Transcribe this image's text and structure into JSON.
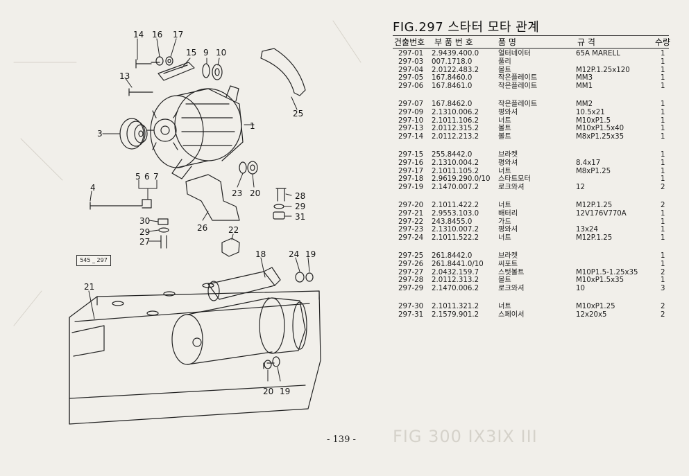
{
  "figure": {
    "title": "FIG.297 스타터 모타 관계",
    "headers": {
      "code": "건출번호",
      "part_no": "부 품 번 호",
      "name": "품 명",
      "spec": "규 격",
      "qty": "수량"
    }
  },
  "parts": [
    {
      "no": "297-01",
      "part": "2.9439.400.0",
      "name": "얼터네이터",
      "spec": "65A MARELL",
      "qty": "1"
    },
    {
      "no": "297-03",
      "part": "007.1718.0",
      "name": "풀리",
      "spec": "",
      "qty": "1"
    },
    {
      "no": "297-04",
      "part": "2.0122.483.2",
      "name": "볼트",
      "spec": "M12P.1.25x120",
      "qty": "1"
    },
    {
      "no": "297-05",
      "part": "167.8460.0",
      "name": "작은플레이트",
      "spec": "MM3",
      "qty": "1"
    },
    {
      "no": "297-06",
      "part": "167.8461.0",
      "name": "작은플레이트",
      "spec": "MM1",
      "qty": "1"
    },
    {
      "no": "297-07",
      "part": "167.8462.0",
      "name": "작은플레이트",
      "spec": "MM2",
      "qty": "1"
    },
    {
      "no": "297-09",
      "part": "2.1310.006.2",
      "name": "평와셔",
      "spec": "10.5x21",
      "qty": "1"
    },
    {
      "no": "297-10",
      "part": "2.1011.106.2",
      "name": "너트",
      "spec": "M10xP1.5",
      "qty": "1"
    },
    {
      "no": "297-13",
      "part": "2.0112.315.2",
      "name": "볼트",
      "spec": "M10xP1.5x40",
      "qty": "1"
    },
    {
      "no": "297-14",
      "part": "2.0112.213.2",
      "name": "볼트",
      "spec": "M8xP1.25x35",
      "qty": "1"
    },
    {
      "no": "297-15",
      "part": "255.8442.0",
      "name": "브라켓",
      "spec": "",
      "qty": "1"
    },
    {
      "no": "297-16",
      "part": "2.1310.004.2",
      "name": "평와셔",
      "spec": "8.4x17",
      "qty": "1"
    },
    {
      "no": "297-17",
      "part": "2.1011.105.2",
      "name": "너트",
      "spec": "M8xP1.25",
      "qty": "1"
    },
    {
      "no": "297-18",
      "part": "2.9619.290.0/10",
      "name": "스타트모터",
      "spec": "",
      "qty": "1"
    },
    {
      "no": "297-19",
      "part": "2.1470.007.2",
      "name": "로크와셔",
      "spec": "12",
      "qty": "2"
    },
    {
      "no": "297-20",
      "part": "2.1011.422.2",
      "name": "너트",
      "spec": "M12P.1.25",
      "qty": "2"
    },
    {
      "no": "297-21",
      "part": "2.9553.103.0",
      "name": "배터리",
      "spec": "12V176V770A",
      "qty": "1"
    },
    {
      "no": "297-22",
      "part": "243.8455.0",
      "name": "가드",
      "spec": "",
      "qty": "1"
    },
    {
      "no": "297-23",
      "part": "2.1310.007.2",
      "name": "평와셔",
      "spec": "13x24",
      "qty": "1"
    },
    {
      "no": "297-24",
      "part": "2.1011.522.2",
      "name": "너트",
      "spec": "M12P.1.25",
      "qty": "1"
    },
    {
      "no": "297-25",
      "part": "261.8442.0",
      "name": "브라켓",
      "spec": "",
      "qty": "1"
    },
    {
      "no": "297-26",
      "part": "261.8441.0/10",
      "name": "씨포트",
      "spec": "",
      "qty": "1"
    },
    {
      "no": "297-27",
      "part": "2.0432.159.7",
      "name": "스텃볼트",
      "spec": "M10P1.5-1.25x35",
      "qty": "2"
    },
    {
      "no": "297-28",
      "part": "2.0112.313.2",
      "name": "볼트",
      "spec": "M10xP1.5x35",
      "qty": "1"
    },
    {
      "no": "297-29",
      "part": "2.1470.006.2",
      "name": "로크와셔",
      "spec": "10",
      "qty": "3"
    },
    {
      "no": "297-30",
      "part": "2.1011.321.2",
      "name": "너트",
      "spec": "M10xP1.25",
      "qty": "2"
    },
    {
      "no": "297-31",
      "part": "2.1579.901.2",
      "name": "스페이서",
      "spec": "12x20x5",
      "qty": "2"
    }
  ],
  "diagram": {
    "reference_code": "545 _ 297",
    "callouts": {
      "c14": "14",
      "c16": "16",
      "c17": "17",
      "c15": "15",
      "c9": "9",
      "c10": "10",
      "c13": "13",
      "c3": "3",
      "c1": "1",
      "c25": "25",
      "c5": "5",
      "c6": "6",
      "c7": "7",
      "c4": "4",
      "c23": "23",
      "c20a": "20",
      "c28": "28",
      "c29a": "29",
      "c31": "31",
      "c30": "30",
      "c29b": "29",
      "c27": "27",
      "c26": "26",
      "c22": "22",
      "c18": "18",
      "c24": "24",
      "c19a": "19",
      "c21": "21",
      "c20b": "20",
      "c19b": "19"
    }
  },
  "page_number": "- 139 -",
  "ghost_text": "FIG 300 IX3IX III"
}
